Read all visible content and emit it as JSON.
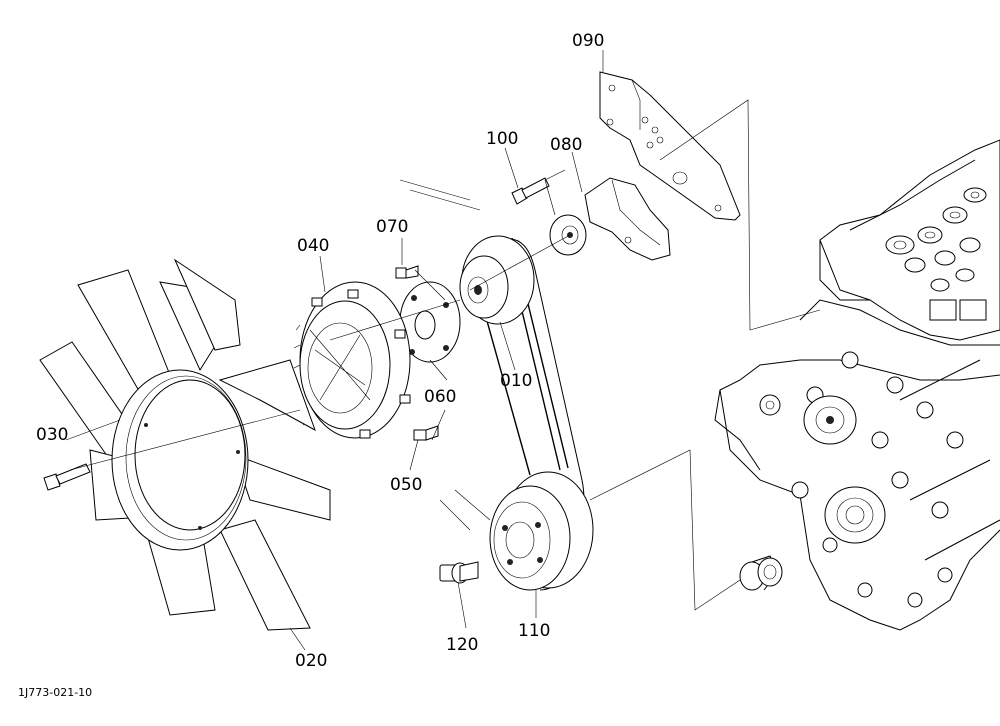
{
  "parts": [
    {
      "ref": "010",
      "name": "pulley-fan"
    },
    {
      "ref": "020",
      "name": "fan"
    },
    {
      "ref": "030",
      "name": "bolt-fan"
    },
    {
      "ref": "040",
      "name": "fan-clutch"
    },
    {
      "ref": "050",
      "name": "bolt-clutch"
    },
    {
      "ref": "060",
      "name": "spacer"
    },
    {
      "ref": "070",
      "name": "bolt-spacer"
    },
    {
      "ref": "080",
      "name": "idler-bracket"
    },
    {
      "ref": "090",
      "name": "bracket-plate"
    },
    {
      "ref": "100",
      "name": "bolt-idler"
    },
    {
      "ref": "110",
      "name": "crank-pulley"
    },
    {
      "ref": "120",
      "name": "bolt-crank"
    }
  ],
  "drawing_code": "1J773-021-10"
}
